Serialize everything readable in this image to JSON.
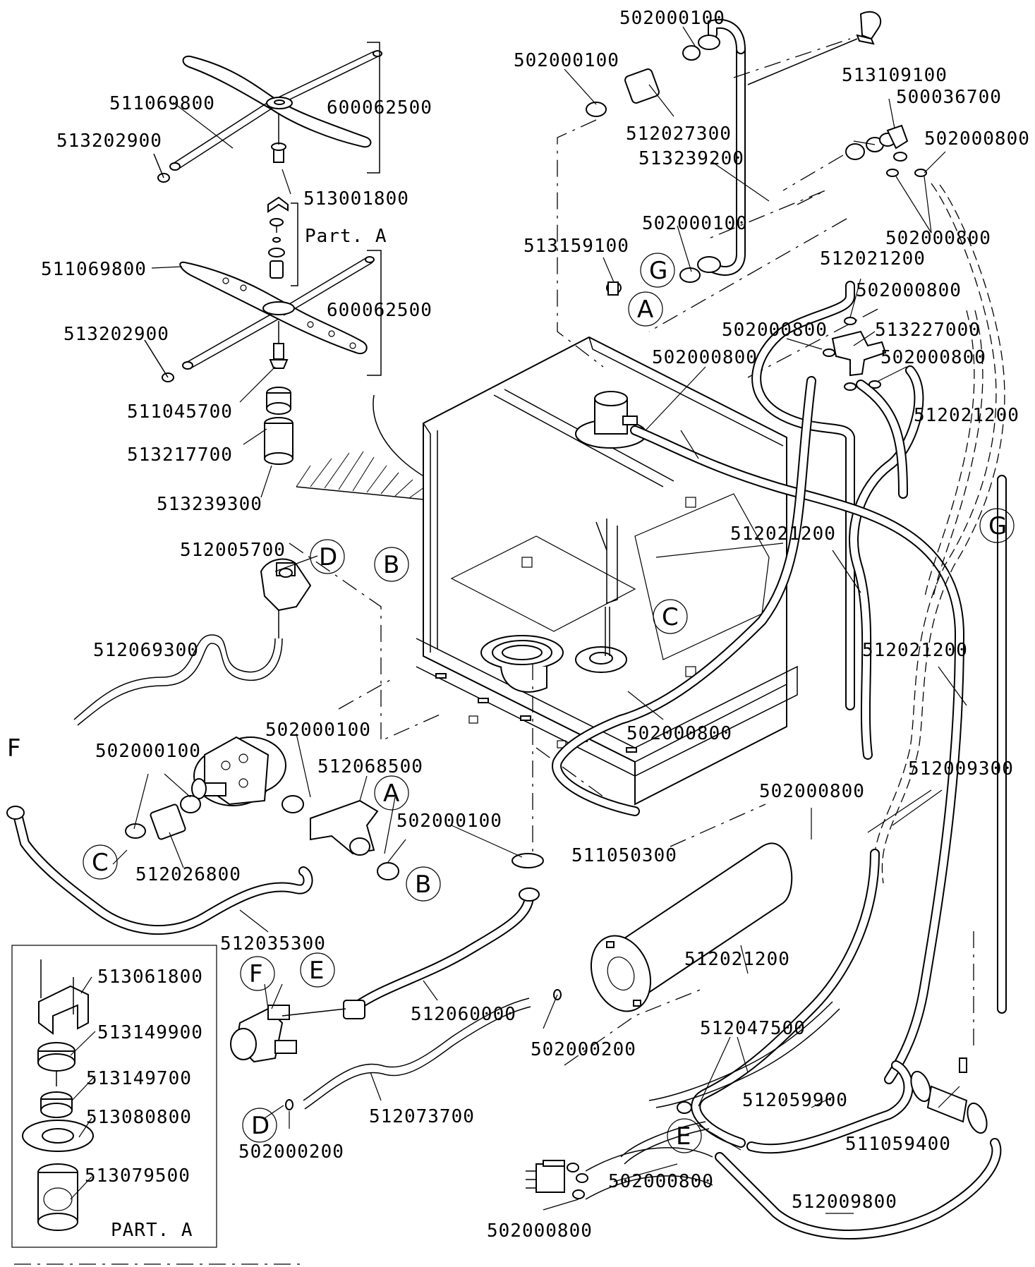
{
  "part_numbers": {
    "p502000100_a": "502000100",
    "p502000100_b": "502000100",
    "p502000100_c": "502000100",
    "p502000100_d": "502000100",
    "p502000100_e": "502000100",
    "p502000100_f": "502000100",
    "p513109100": "513109100",
    "p500036700": "500036700",
    "p502000800_a": "502000800",
    "p502000800_b": "502000800",
    "p502000800_c": "502000800",
    "p502000800_d": "502000800",
    "p502000800_e": "502000800",
    "p502000800_f": "502000800",
    "p502000800_g": "502000800",
    "p502000800_h": "502000800",
    "p502000800_i": "502000800",
    "p511069800_a": "511069800",
    "p511069800_b": "511069800",
    "p600062500_a": "600062500",
    "p600062500_b": "600062500",
    "p513202900_a": "513202900",
    "p513202900_b": "513202900",
    "p513001800": "513001800",
    "p512027300": "512027300",
    "p513239200": "513239200",
    "p513159100": "513159100",
    "p512021200_a": "512021200",
    "p512021200_b": "512021200",
    "p512021200_c": "512021200",
    "p512021200_d": "512021200",
    "p512021200_e": "512021200",
    "p513227000": "513227000",
    "p511045700": "511045700",
    "p513217700": "513217700",
    "p513239300": "513239300",
    "p512005700": "512005700",
    "p512069300": "512069300",
    "p512068500": "512068500",
    "p512026800": "512026800",
    "p512035300": "512035300",
    "p512009300": "512009300",
    "p511050300": "511050300",
    "p513061800": "513061800",
    "p513149900": "513149900",
    "p513149700": "513149700",
    "p513080800": "513080800",
    "p513079500": "513079500",
    "p512060000": "512060000",
    "p502000200_a": "502000200",
    "p502000200_b": "502000200",
    "p512047500": "512047500",
    "p512073700": "512073700",
    "p512059900": "512059900",
    "p511059400": "511059400",
    "p512009800": "512009800"
  },
  "annotations": {
    "part_a_bracket": "Part. A",
    "part_a_box": "PART. A"
  },
  "connection_letters": {
    "A": "A",
    "B": "B",
    "C": "C",
    "D": "D",
    "E": "E",
    "F": "F",
    "G": "G"
  }
}
